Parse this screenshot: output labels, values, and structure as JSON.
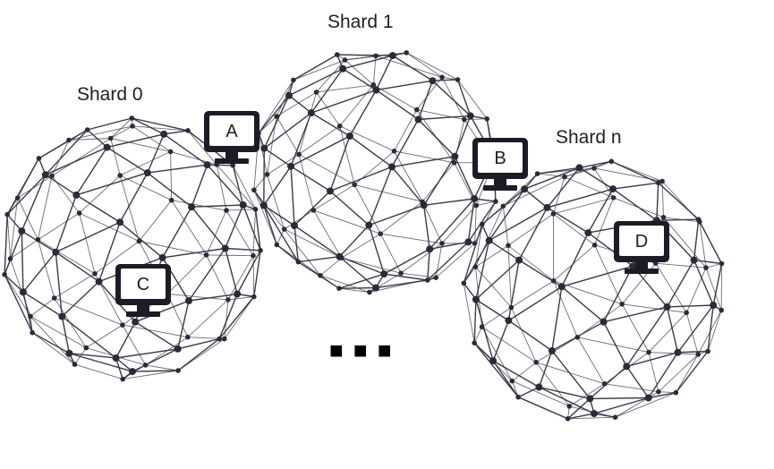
{
  "shards": [
    {
      "label": "Shard 0"
    },
    {
      "label": "Shard 1"
    },
    {
      "label": "Shard n"
    }
  ],
  "nodes": [
    {
      "label": "A"
    },
    {
      "label": "B"
    },
    {
      "label": "C"
    },
    {
      "label": "D"
    }
  ],
  "ellipsis": "■ ■ ■",
  "colors": {
    "mesh": "#3a3a48",
    "node_dot": "#2b2b38",
    "computer": "#1c1c26",
    "screen": "#ffffff"
  },
  "icons": {
    "computer": "computer-icon",
    "sphere": "geodesic-sphere-mesh"
  }
}
